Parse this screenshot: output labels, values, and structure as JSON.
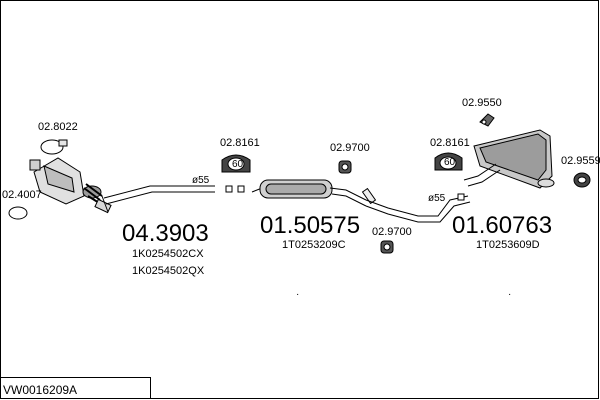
{
  "diagram": {
    "reference": "VW0016209A",
    "parts": [
      {
        "part_number": "04.3903",
        "oe_codes": [
          "1K0254502CX",
          "1K0254502QX"
        ]
      },
      {
        "part_number": "01.50575",
        "oe_codes": [
          "1T0253209C"
        ]
      },
      {
        "part_number": "01.60763",
        "oe_codes": [
          "1T0253609D"
        ]
      }
    ],
    "accessories": [
      "02.4007",
      "02.8022",
      "02.8161",
      "02.9700",
      "02.8161",
      "02.9700",
      "02.9550",
      "02.9559"
    ],
    "clamp_labels": [
      "60",
      "60"
    ],
    "pipe_diameters": [
      "ø55",
      "ø55"
    ],
    "dots": [
      "·",
      "·"
    ]
  }
}
